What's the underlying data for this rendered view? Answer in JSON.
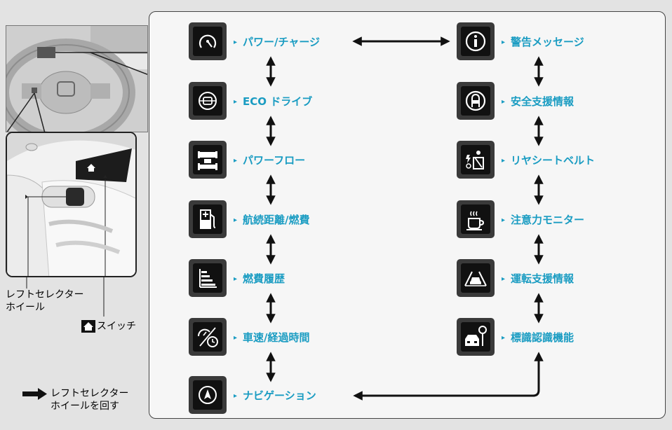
{
  "left": {
    "selector_caption": "レフトセレクター\nホイール",
    "switch_caption": "スイッチ",
    "legend_caption": "レフトセレクター\nホイールを回す"
  },
  "menu": {
    "left_column": [
      {
        "label": "パワー/チャージ",
        "icon": "power-gauge-icon"
      },
      {
        "label": "ECO ドライブ",
        "icon": "eco-drive-icon"
      },
      {
        "label": "パワーフロー",
        "icon": "power-flow-icon"
      },
      {
        "label": "航続距離/燃費",
        "icon": "fuel-pump-icon"
      },
      {
        "label": "燃費履歴",
        "icon": "bar-history-icon"
      },
      {
        "label": "車速/経過時間",
        "icon": "speed-clock-icon"
      },
      {
        "label": "ナビゲーション",
        "icon": "navigation-icon"
      }
    ],
    "right_column": [
      {
        "label": "警告メッセージ",
        "icon": "info-icon"
      },
      {
        "label": "安全支援情報",
        "icon": "safety-support-icon"
      },
      {
        "label": "リヤシートベルト",
        "icon": "rear-seatbelt-icon"
      },
      {
        "label": "注意力モニター",
        "icon": "coffee-cup-icon"
      },
      {
        "label": "運転支援情報",
        "icon": "driving-assist-icon"
      },
      {
        "label": "標識認識機能",
        "icon": "sign-recognition-icon"
      }
    ]
  },
  "colors": {
    "label": "#1a9cc2",
    "tile": "#1a1a1a",
    "arrow": "#111111"
  }
}
